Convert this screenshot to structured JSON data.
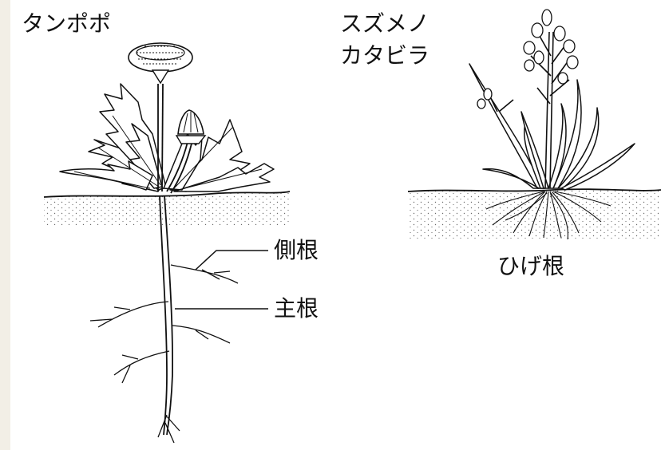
{
  "dandelion": {
    "name": "タンポポ",
    "lateral_root_label": "側根",
    "main_root_label": "主根"
  },
  "grass": {
    "name_line1": "スズメノ",
    "name_line2": "カタビラ",
    "fibrous_root_label": "ひげ根"
  },
  "colors": {
    "background": "#ffffff",
    "left_margin": "#f2efe6",
    "ink": "#111111",
    "soil_dots": "#6b6b6b"
  }
}
